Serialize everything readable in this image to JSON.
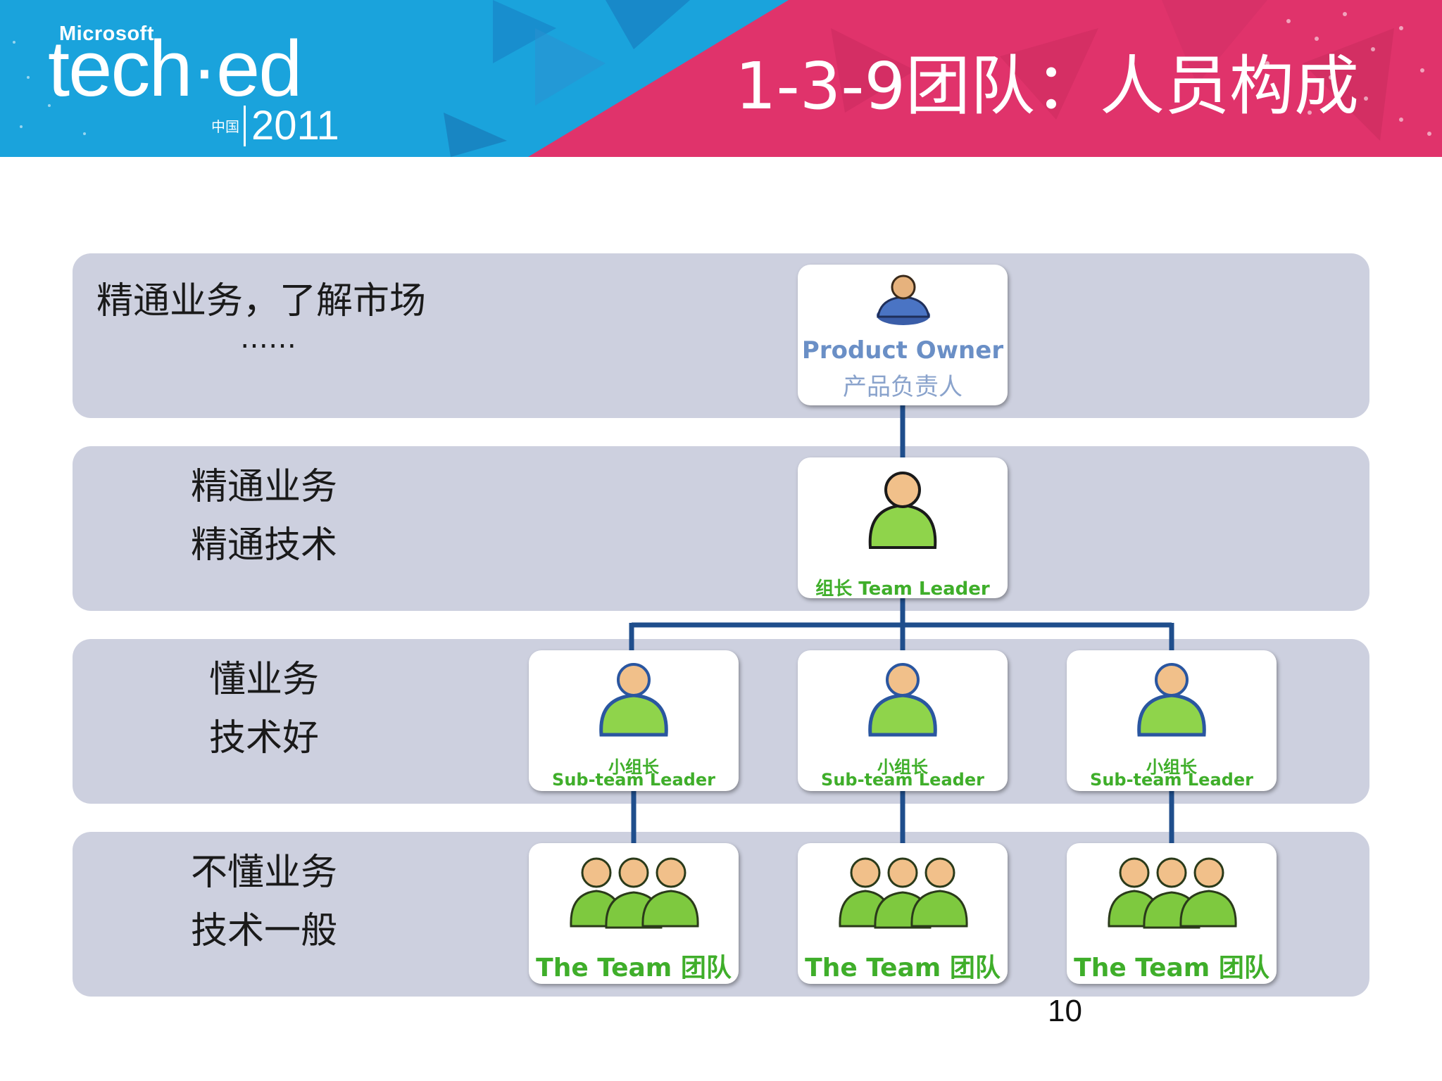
{
  "header": {
    "brand_company": "Microsoft",
    "brand_event": "tech·ed",
    "brand_region": "中国",
    "brand_year": "2011",
    "title": "1-3-9团队：人员构成",
    "colors": {
      "blue": "#1aa3dc",
      "pink": "#e0336b"
    }
  },
  "rows": [
    {
      "lines": [
        "精通业务，了解市场",
        "……"
      ]
    },
    {
      "lines": [
        "精通业务",
        "精通技术"
      ]
    },
    {
      "lines": [
        "懂业务",
        "技术好"
      ]
    },
    {
      "lines": [
        "不懂业务",
        "技术一般"
      ]
    }
  ],
  "nodes": {
    "product_owner": {
      "line1": "Product Owner",
      "line2": "产品负责人",
      "icon": "blue-person-icon"
    },
    "team_leader": {
      "line1": "组长 Team Leader",
      "icon": "green-person-icon"
    },
    "sub_leaders": [
      {
        "line1": "小组长",
        "line2": "Sub-team Leader",
        "icon": "blue-green-person-icon"
      },
      {
        "line1": "小组长",
        "line2": "Sub-team Leader",
        "icon": "blue-green-person-icon"
      },
      {
        "line1": "小组长",
        "line2": "Sub-team Leader",
        "icon": "blue-green-person-icon"
      }
    ],
    "teams": [
      {
        "label": "The Team 团队",
        "icon": "team-group-icon"
      },
      {
        "label": "The Team 团队",
        "icon": "team-group-icon"
      },
      {
        "label": "The Team 团队",
        "icon": "team-group-icon"
      }
    ]
  },
  "colors": {
    "band": "#cdd0df",
    "connector": "#1f4e8c",
    "green_text": "#3fae2a",
    "blue_text": "#6a8fc6"
  },
  "page_number": "10"
}
